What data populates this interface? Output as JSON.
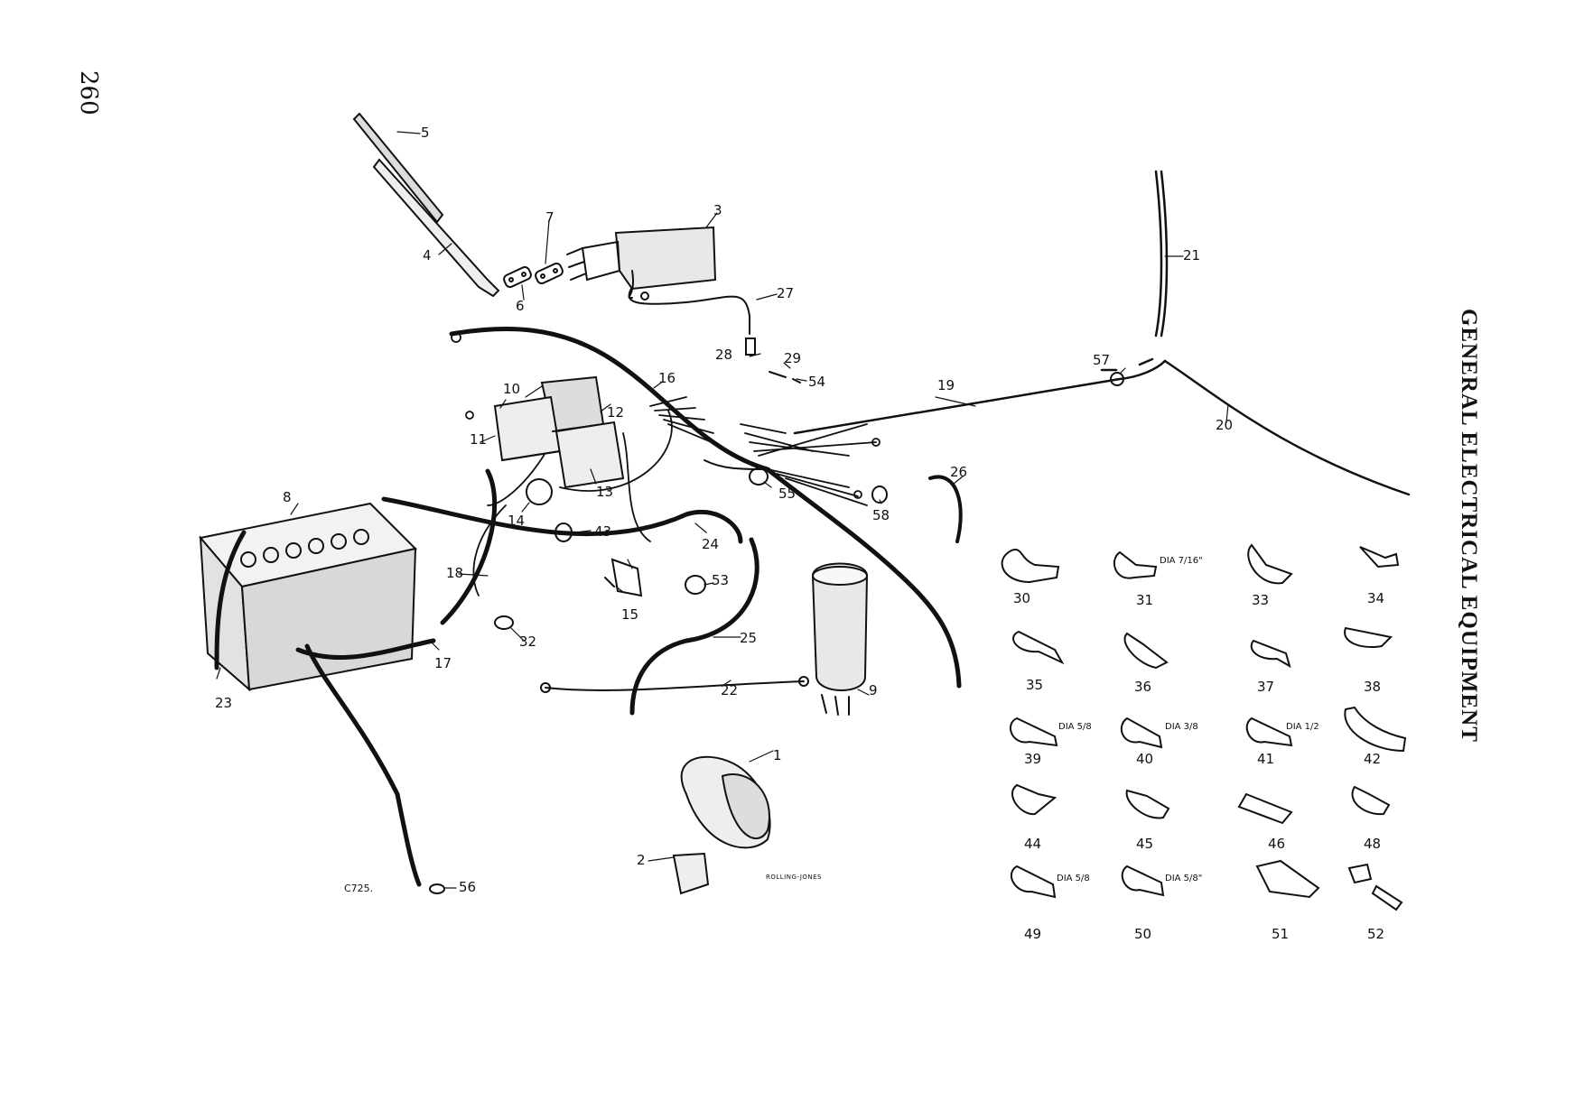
{
  "page": {
    "number": "260",
    "title": "GENERAL ELECTRICAL EQUIPMENT",
    "figure_code": "C725.",
    "maker_mark": "ROLLING-JONES"
  },
  "colors": {
    "ink": "#111111",
    "paper": "#ffffff"
  },
  "callouts": [
    "1",
    "2",
    "3",
    "4",
    "5",
    "6",
    "7",
    "8",
    "9",
    "10",
    "11",
    "12",
    "13",
    "14",
    "15",
    "16",
    "17",
    "18",
    "19",
    "20",
    "21",
    "22",
    "23",
    "24",
    "25",
    "26",
    "27",
    "28",
    "29",
    "30",
    "31",
    "32",
    "33",
    "34",
    "35",
    "36",
    "37",
    "38",
    "39",
    "40",
    "41",
    "42",
    "43",
    "44",
    "45",
    "46",
    "48",
    "49",
    "50",
    "51",
    "52",
    "53",
    "54",
    "55",
    "56",
    "57",
    "58"
  ],
  "dia_labels": [
    "DIA 7/16\"",
    "DIA 5/8",
    "DIA 3/8",
    "DIA 1/2",
    "DIA 5/8",
    "DIA 5/8\""
  ]
}
